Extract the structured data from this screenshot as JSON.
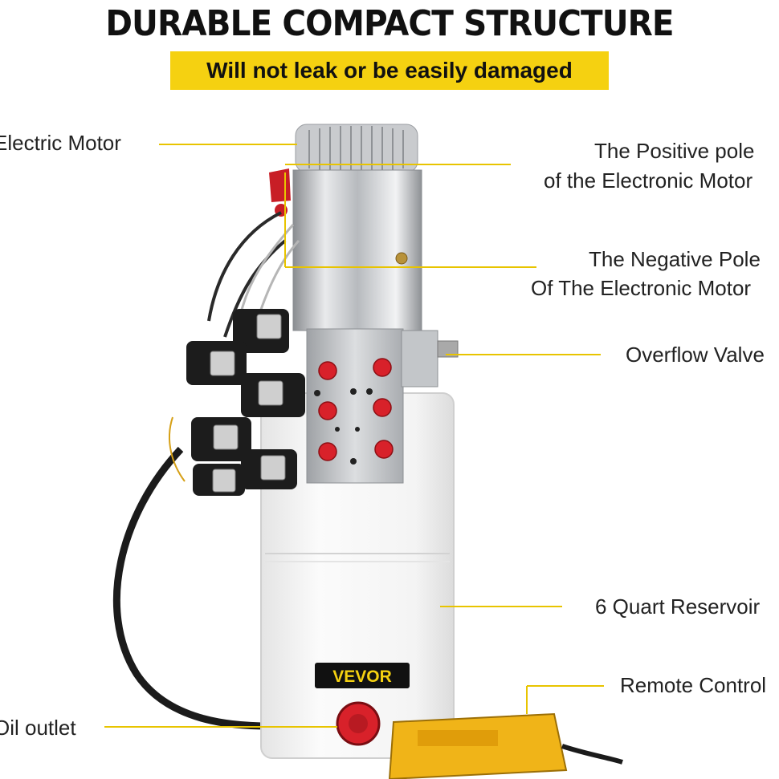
{
  "header": {
    "title": "DURABLE COMPACT STRUCTURE",
    "subtitle": "Will not leak or be easily damaged"
  },
  "callouts": {
    "electric_motor": "Electric Motor",
    "positive_pole_line1": "The Positive pole",
    "positive_pole_line2": "of the Electronic Motor",
    "negative_pole_line1": "The Negative Pole",
    "negative_pole_line2": "Of The Electronic Motor",
    "overflow_valve": "Overflow Valve",
    "reservoir": "6 Quart Reservoir",
    "remote_control": "Remote Control",
    "oil_outlet": "Oil outlet"
  },
  "product": {
    "brand": "VEVOR"
  },
  "colors": {
    "accent_yellow": "#f5d111",
    "leader_line": "#e8c400",
    "valve_red": "#d8212a"
  }
}
